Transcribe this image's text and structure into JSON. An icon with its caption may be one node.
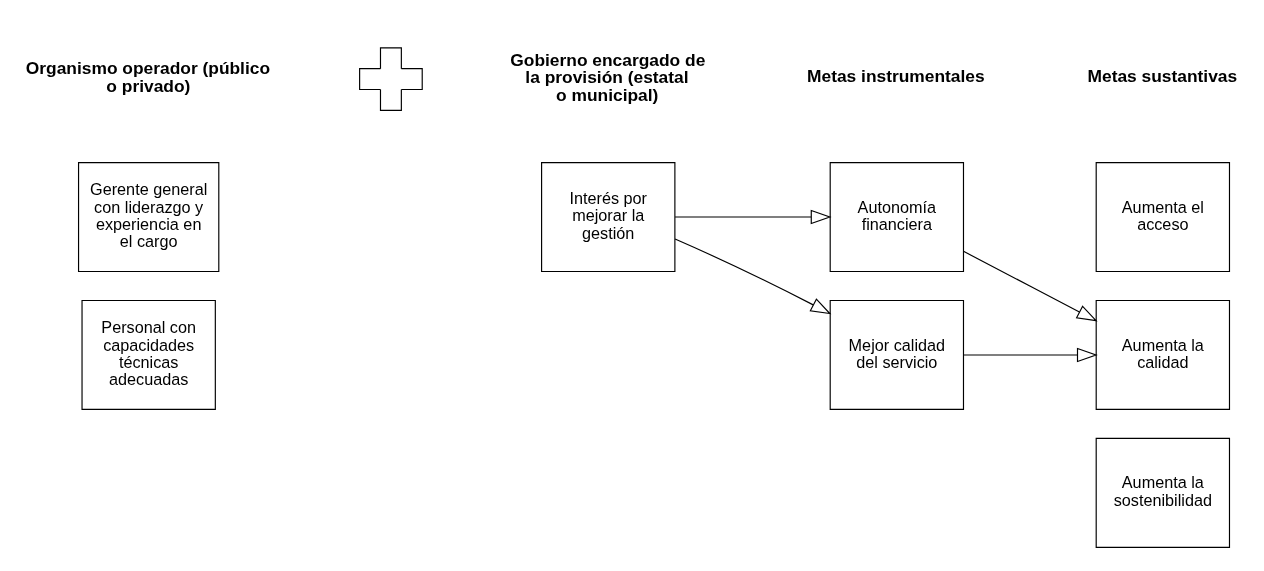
{
  "diagram": {
    "nodes": [
      {
        "text": [
          "Gerente general con liderazgo y experiencia en el cargo"
        ]
      },
      {
        "text": [
          "Personal con capacidades técnicas adecuadas"
        ]
      },
      {
        "text": [
          "Interés por mejorar la gestión"
        ]
      },
      {
        "text": [
          "Autonomía financiera"
        ]
      },
      {
        "text": [
          "Mejor calidad del servicio"
        ]
      },
      {
        "text": [
          "Aumenta el acceso"
        ]
      },
      {
        "text": [
          "Aumenta la calidad"
        ]
      },
      {
        "text": [
          "Aumenta la sostenibilidad"
        ]
      },
      {
        "text": [],
        "shape": "plus"
      }
    ],
    "edges": [
      {
        "from": 2,
        "to": 3,
        "arrow": "to"
      },
      {
        "from": 2,
        "to": 4,
        "arrow": "to"
      },
      {
        "from": 3,
        "to": 6,
        "arrow": "to"
      },
      {
        "from": 4,
        "to": 6,
        "arrow": "to"
      }
    ],
    "labels": [
      "Organismo operador (público o privado)",
      "Gobierno encargado de la provisión (estatal o municipal)",
      "Metas instrumentales",
      "Metas sustantivas"
    ]
  }
}
